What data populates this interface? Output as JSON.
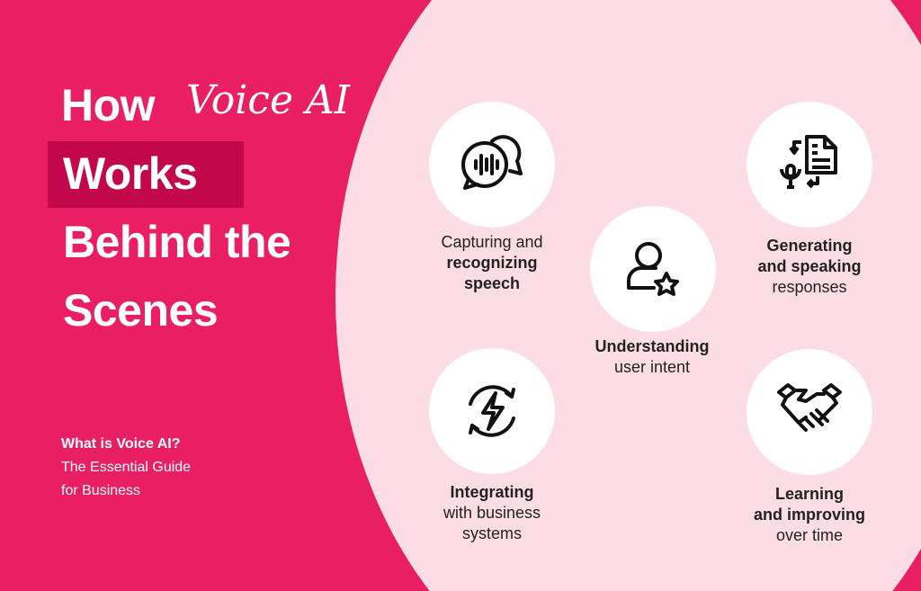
{
  "colors": {
    "brand": "#E91E63",
    "circle_bg": "#FCDDE6",
    "highlight": "#C2084A"
  },
  "title": {
    "line1_bold": "How",
    "line1_italic": "Voice AI",
    "line2": "Works",
    "line3": "Behind the",
    "line4": "Scenes"
  },
  "guide": {
    "line1": "What is Voice AI?",
    "line2": "The Essential Guide",
    "line3": "for Business"
  },
  "steps": [
    {
      "icon": "speech-bubbles-icon",
      "lines": [
        "Capturing and",
        "recognizing",
        "speech"
      ]
    },
    {
      "icon": "user-star-icon",
      "lines": [
        "Understanding",
        "user intent"
      ]
    },
    {
      "icon": "mic-document-icon",
      "lines": [
        "Generating",
        "and speaking",
        "responses"
      ]
    },
    {
      "icon": "sync-lightning-icon",
      "lines": [
        "Integrating",
        "with business",
        "systems"
      ]
    },
    {
      "icon": "handshake-icon",
      "lines": [
        "Learning",
        "and improving",
        "over time"
      ]
    }
  ]
}
